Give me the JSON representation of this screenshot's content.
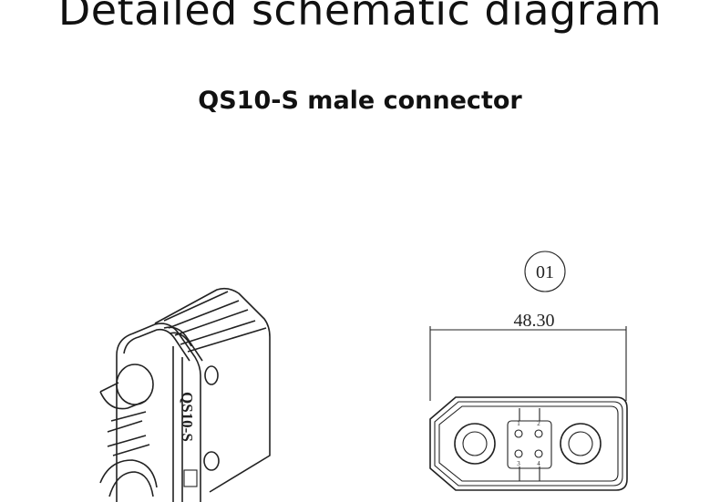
{
  "header": {
    "title": "Detailed schematic diagram",
    "subtitle": "QS10-S male connector"
  },
  "iso_view": {
    "body_marking": "QS10-S"
  },
  "front_view": {
    "callout": "01",
    "dimension": "48.30",
    "pin_numbers": [
      "1",
      "2",
      "3",
      "4"
    ]
  }
}
